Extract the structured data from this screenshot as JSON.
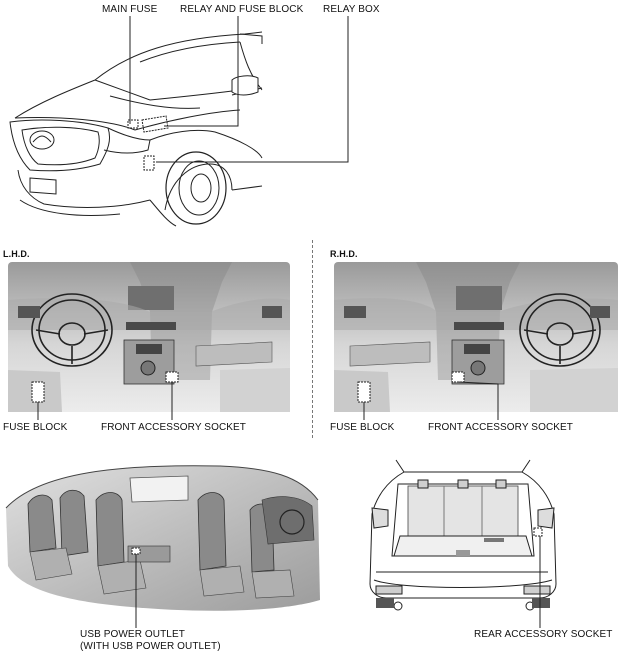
{
  "top_labels": {
    "main_fuse": "MAIN FUSE",
    "relay_fuse_block": "RELAY AND FUSE BLOCK",
    "relay_box": "RELAY BOX"
  },
  "lhd": {
    "heading": "L.H.D.",
    "fuse_block": "FUSE BLOCK",
    "front_socket": "FRONT ACCESSORY SOCKET"
  },
  "rhd": {
    "heading": "R.H.D.",
    "fuse_block": "FUSE BLOCK",
    "front_socket": "FRONT ACCESSORY SOCKET"
  },
  "bottom": {
    "usb_line1": "USB POWER OUTLET",
    "usb_line2": "(WITH USB POWER OUTLET)",
    "rear_socket": "REAR ACCESSORY SOCKET"
  }
}
